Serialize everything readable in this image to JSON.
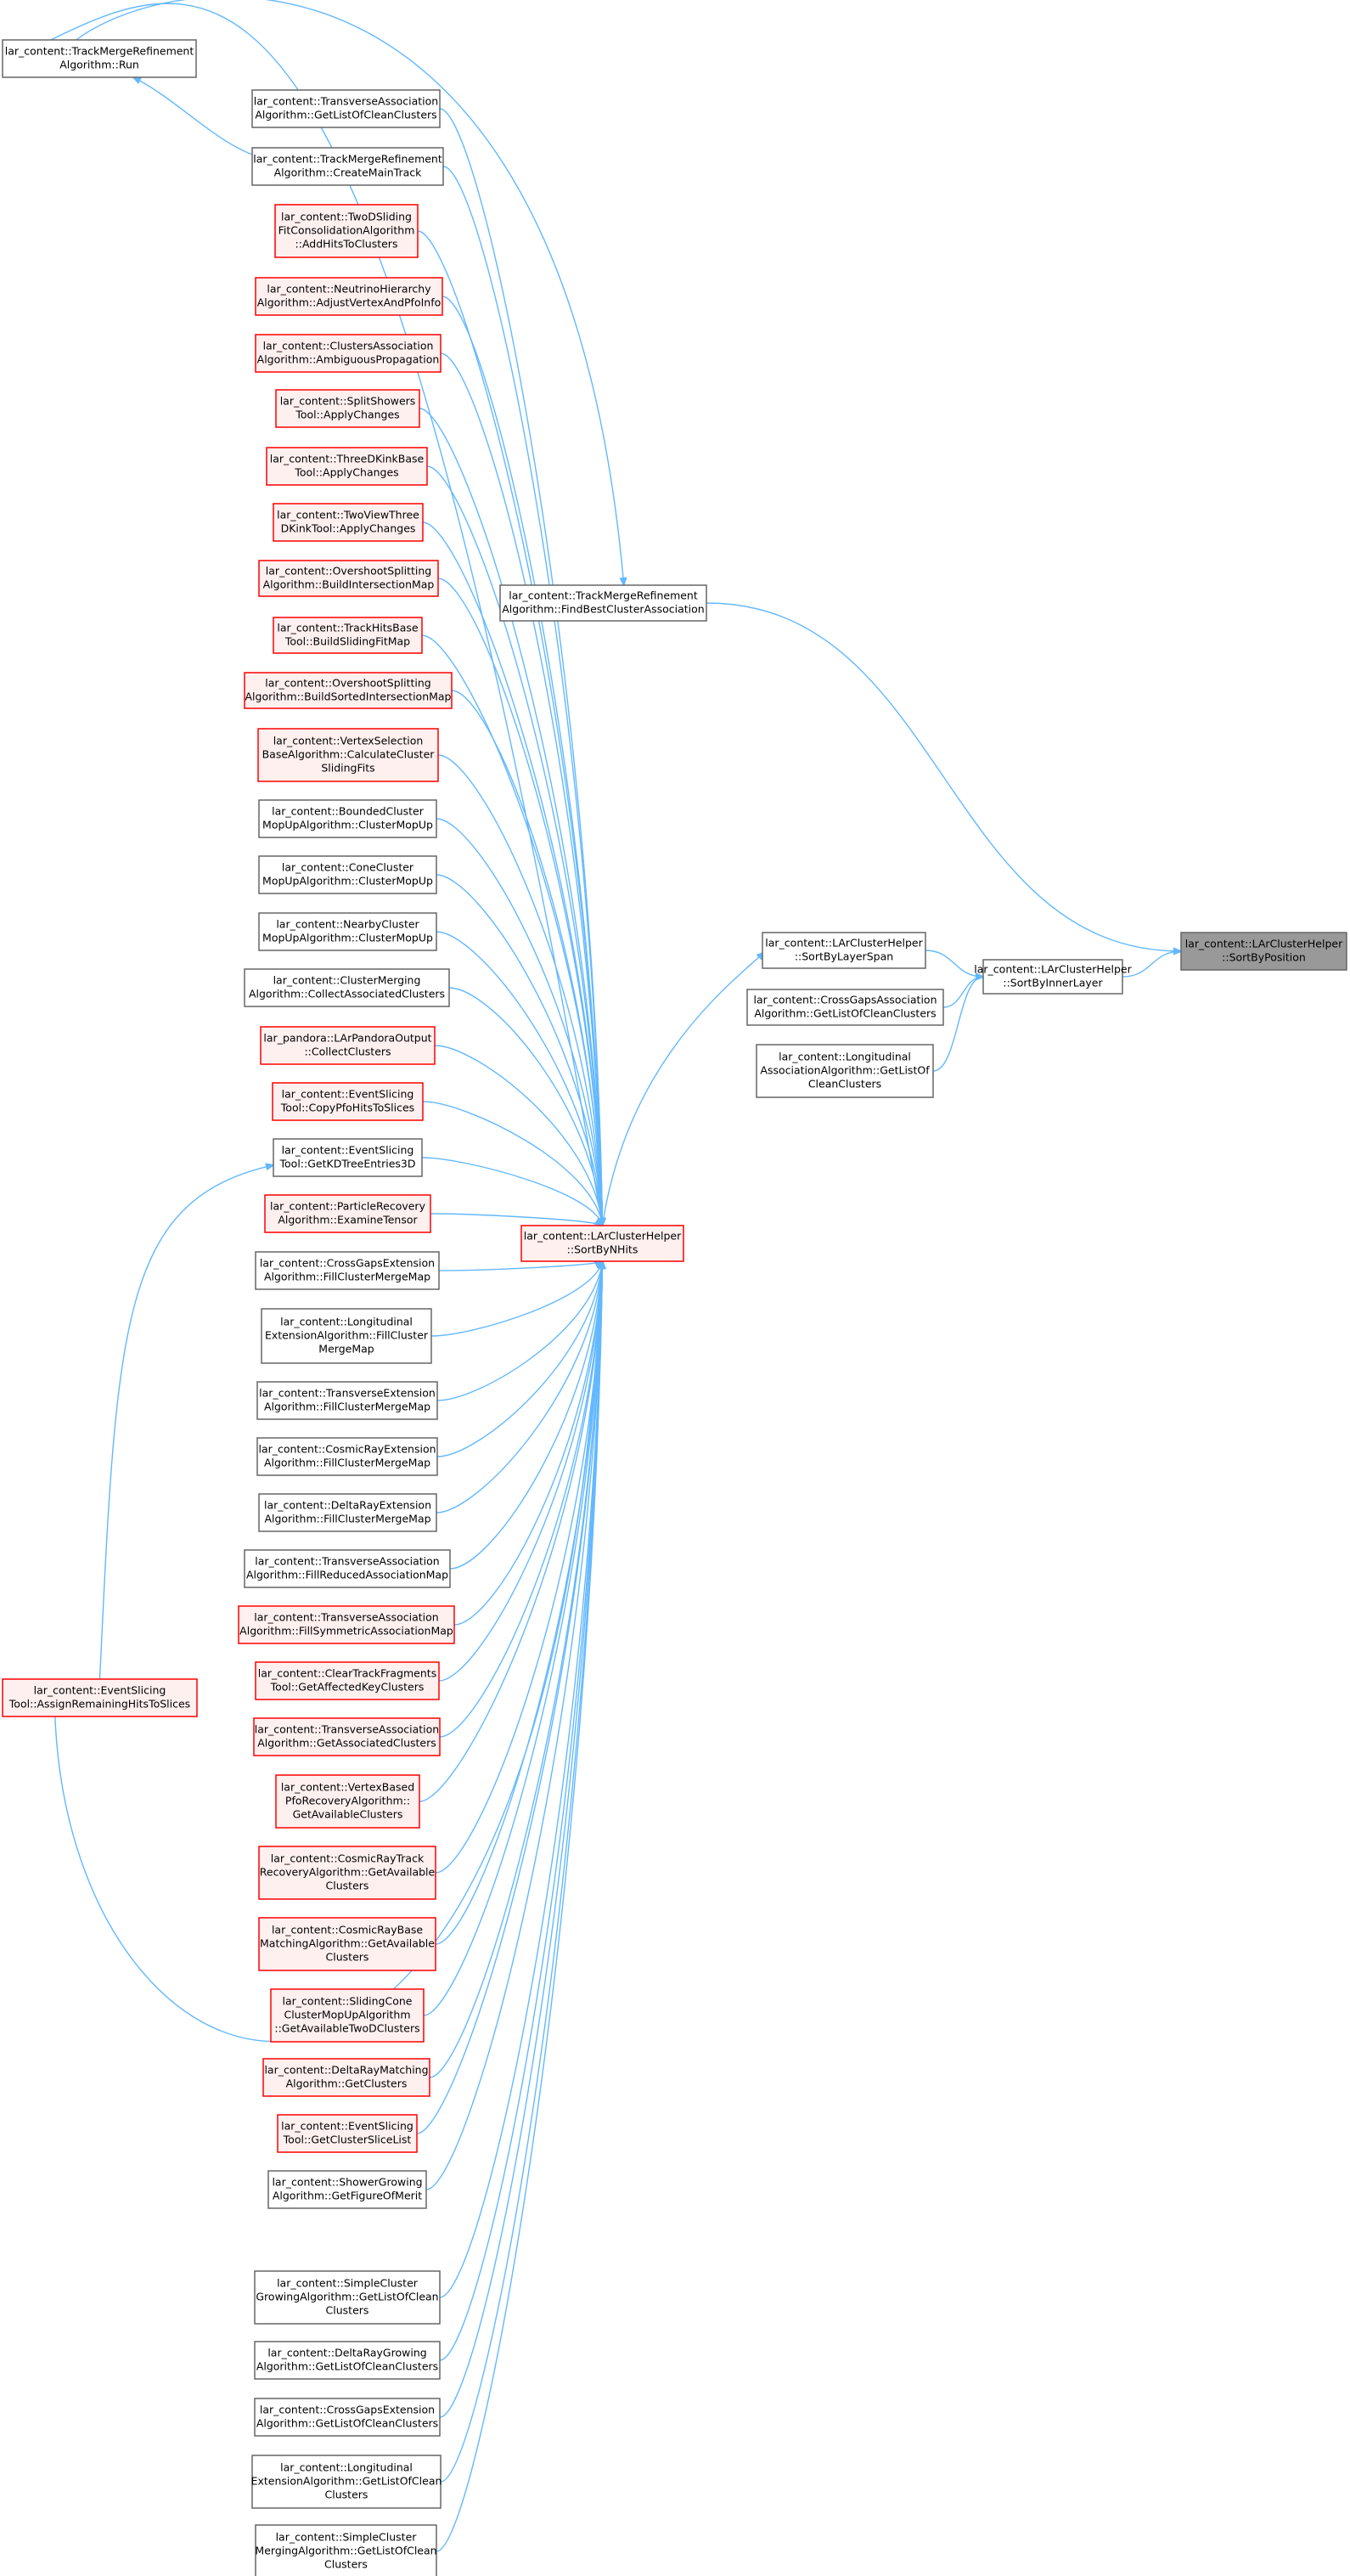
{
  "colors": {
    "edge": "#63b8ff",
    "normal_border": "#666666",
    "normal_fill": "#ffffff",
    "red_border": "#ff0000",
    "red_fill": "#fff0f0",
    "focus_border": "#666666",
    "focus_fill": "#999999"
  },
  "nodes": [
    {
      "id": "n_sortbyposition",
      "style": "focus",
      "lines": [
        "lar_content::LArClusterHelper",
        "::SortByPosition"
      ]
    },
    {
      "id": "n_sortbyinnerlayer",
      "style": "normal",
      "lines": [
        "lar_content::LArClusterHelper",
        "::SortByInnerLayer"
      ]
    },
    {
      "id": "n_findbest",
      "style": "normal",
      "lines": [
        "lar_content::TrackMergeRefinement",
        "Algorithm::FindBestClusterAssociation"
      ]
    },
    {
      "id": "n_tmr_run",
      "style": "normal",
      "lines": [
        "lar_content::TrackMergeRefinement",
        "Algorithm::Run"
      ]
    },
    {
      "id": "n_sortbylayerspan",
      "style": "normal",
      "lines": [
        "lar_content::LArClusterHelper",
        "::SortByLayerSpan"
      ]
    },
    {
      "id": "n_crossgaps_glocc",
      "style": "normal",
      "lines": [
        "lar_content::CrossGapsAssociation",
        "Algorithm::GetListOfCleanClusters"
      ]
    },
    {
      "id": "n_longassoc_glocc",
      "style": "normal",
      "lines": [
        "lar_content::Longitudinal",
        "AssociationAlgorithm::GetListOf",
        "CleanClusters"
      ]
    },
    {
      "id": "n_sortbynhits",
      "style": "red",
      "lines": [
        "lar_content::LArClusterHelper",
        "::SortByNHits"
      ]
    },
    {
      "id": "n_assign",
      "style": "red",
      "lines": [
        "lar_content::EventSlicing",
        "Tool::AssignRemainingHitsToSlices"
      ]
    },
    {
      "id": "c01",
      "style": "normal",
      "lines": [
        "lar_content::TransverseAssociation",
        "Algorithm::GetListOfCleanClusters"
      ]
    },
    {
      "id": "c02",
      "style": "normal",
      "lines": [
        "lar_content::TrackMergeRefinement",
        "Algorithm::CreateMainTrack"
      ]
    },
    {
      "id": "c03",
      "style": "red",
      "lines": [
        "lar_content::TwoDSliding",
        "FitConsolidationAlgorithm",
        "::AddHitsToClusters"
      ]
    },
    {
      "id": "c04",
      "style": "red",
      "lines": [
        "lar_content::NeutrinoHierarchy",
        "Algorithm::AdjustVertexAndPfoInfo"
      ]
    },
    {
      "id": "c05",
      "style": "red",
      "lines": [
        "lar_content::ClustersAssociation",
        "Algorithm::AmbiguousPropagation"
      ]
    },
    {
      "id": "c06",
      "style": "red",
      "lines": [
        "lar_content::SplitShowers",
        "Tool::ApplyChanges"
      ]
    },
    {
      "id": "c07",
      "style": "red",
      "lines": [
        "lar_content::ThreeDKinkBase",
        "Tool::ApplyChanges"
      ]
    },
    {
      "id": "c08",
      "style": "red",
      "lines": [
        "lar_content::TwoViewThree",
        "DKinkTool::ApplyChanges"
      ]
    },
    {
      "id": "c09",
      "style": "red",
      "lines": [
        "lar_content::OvershootSplitting",
        "Algorithm::BuildIntersectionMap"
      ]
    },
    {
      "id": "c10",
      "style": "red",
      "lines": [
        "lar_content::TrackHitsBase",
        "Tool::BuildSlidingFitMap"
      ]
    },
    {
      "id": "c11",
      "style": "red",
      "lines": [
        "lar_content::OvershootSplitting",
        "Algorithm::BuildSortedIntersectionMap"
      ]
    },
    {
      "id": "c12",
      "style": "red",
      "lines": [
        "lar_content::VertexSelection",
        "BaseAlgorithm::CalculateCluster",
        "SlidingFits"
      ]
    },
    {
      "id": "c13",
      "style": "normal",
      "lines": [
        "lar_content::BoundedCluster",
        "MopUpAlgorithm::ClusterMopUp"
      ]
    },
    {
      "id": "c14",
      "style": "normal",
      "lines": [
        "lar_content::ConeCluster",
        "MopUpAlgorithm::ClusterMopUp"
      ]
    },
    {
      "id": "c15",
      "style": "normal",
      "lines": [
        "lar_content::NearbyCluster",
        "MopUpAlgorithm::ClusterMopUp"
      ]
    },
    {
      "id": "c16",
      "style": "normal",
      "lines": [
        "lar_content::ClusterMerging",
        "Algorithm::CollectAssociatedClusters"
      ]
    },
    {
      "id": "c17",
      "style": "red",
      "lines": [
        "lar_pandora::LArPandoraOutput",
        "::CollectClusters"
      ]
    },
    {
      "id": "c18",
      "style": "red",
      "lines": [
        "lar_content::EventSlicing",
        "Tool::CopyPfoHitsToSlices"
      ]
    },
    {
      "id": "c19",
      "style": "normal",
      "lines": [
        "lar_content::EventSlicing",
        "Tool::GetKDTreeEntries3D"
      ]
    },
    {
      "id": "c20",
      "style": "red",
      "lines": [
        "lar_content::ParticleRecovery",
        "Algorithm::ExamineTensor"
      ]
    },
    {
      "id": "c21",
      "style": "normal",
      "lines": [
        "lar_content::CrossGapsExtension",
        "Algorithm::FillClusterMergeMap"
      ]
    },
    {
      "id": "c22",
      "style": "normal",
      "lines": [
        "lar_content::Longitudinal",
        "ExtensionAlgorithm::FillCluster",
        "MergeMap"
      ]
    },
    {
      "id": "c23",
      "style": "normal",
      "lines": [
        "lar_content::TransverseExtension",
        "Algorithm::FillClusterMergeMap"
      ]
    },
    {
      "id": "c24",
      "style": "normal",
      "lines": [
        "lar_content::CosmicRayExtension",
        "Algorithm::FillClusterMergeMap"
      ]
    },
    {
      "id": "c25",
      "style": "normal",
      "lines": [
        "lar_content::DeltaRayExtension",
        "Algorithm::FillClusterMergeMap"
      ]
    },
    {
      "id": "c26",
      "style": "normal",
      "lines": [
        "lar_content::TransverseAssociation",
        "Algorithm::FillReducedAssociationMap"
      ]
    },
    {
      "id": "c27",
      "style": "red",
      "lines": [
        "lar_content::TransverseAssociation",
        "Algorithm::FillSymmetricAssociationMap"
      ]
    },
    {
      "id": "c28",
      "style": "red",
      "lines": [
        "lar_content::ClearTrackFragments",
        "Tool::GetAffectedKeyClusters"
      ]
    },
    {
      "id": "c29",
      "style": "red",
      "lines": [
        "lar_content::TransverseAssociation",
        "Algorithm::GetAssociatedClusters"
      ]
    },
    {
      "id": "c30",
      "style": "red",
      "lines": [
        "lar_content::VertexBased",
        "PfoRecoveryAlgorithm::",
        "GetAvailableClusters"
      ]
    },
    {
      "id": "c31",
      "style": "red",
      "lines": [
        "lar_content::CosmicRayTrack",
        "RecoveryAlgorithm::GetAvailable",
        "Clusters"
      ]
    },
    {
      "id": "c32",
      "style": "red",
      "lines": [
        "lar_content::CosmicRayBase",
        "MatchingAlgorithm::GetAvailable",
        "Clusters"
      ]
    },
    {
      "id": "c33",
      "style": "red",
      "lines": [
        "lar_content::SlidingCone",
        "ClusterMopUpAlgorithm",
        "::GetAvailableTwoDClusters"
      ]
    },
    {
      "id": "c34",
      "style": "red",
      "lines": [
        "lar_content::DeltaRayMatching",
        "Algorithm::GetClusters"
      ]
    },
    {
      "id": "c35",
      "style": "red",
      "lines": [
        "lar_content::EventSlicing",
        "Tool::GetClusterSliceList"
      ]
    },
    {
      "id": "c36",
      "style": "normal",
      "lines": [
        "lar_content::ShowerGrowing",
        "Algorithm::GetFigureOfMerit"
      ]
    },
    {
      "id": "c37",
      "style": "normal",
      "lines": [
        "lar_content::SimpleCluster",
        "GrowingAlgorithm::GetListOfClean",
        "Clusters"
      ]
    },
    {
      "id": "c38",
      "style": "normal",
      "lines": [
        "lar_content::DeltaRayGrowing",
        "Algorithm::GetListOfCleanClusters"
      ]
    },
    {
      "id": "c39",
      "style": "normal",
      "lines": [
        "lar_content::CrossGapsExtension",
        "Algorithm::GetListOfCleanClusters"
      ]
    },
    {
      "id": "c40",
      "style": "normal",
      "lines": [
        "lar_content::Longitudinal",
        "ExtensionAlgorithm::GetListOfClean",
        "Clusters"
      ]
    },
    {
      "id": "c41",
      "style": "normal",
      "lines": [
        "lar_content::SimpleCluster",
        "MergingAlgorithm::GetListOfClean",
        "Clusters"
      ]
    }
  ],
  "edges": [
    [
      "n_sortbyinnerlayer",
      "n_sortbyposition"
    ],
    [
      "n_findbest",
      "n_sortbyposition"
    ],
    [
      "n_tmr_run",
      "n_findbest"
    ],
    [
      "n_sortbylayerspan",
      "n_sortbyinnerlayer"
    ],
    [
      "n_crossgaps_glocc",
      "n_sortbyinnerlayer"
    ],
    [
      "n_longassoc_glocc",
      "n_sortbyinnerlayer"
    ],
    [
      "n_sortbynhits",
      "n_sortbylayerspan"
    ],
    [
      "n_tmr_run",
      "n_sortbynhits"
    ],
    [
      "n_assign",
      "c19"
    ],
    [
      "n_assign",
      "n_sortbynhits"
    ],
    [
      "c02",
      "n_tmr_run"
    ],
    [
      "c01",
      "n_sortbynhits"
    ],
    [
      "c02",
      "n_sortbynhits"
    ],
    [
      "c03",
      "n_sortbynhits"
    ],
    [
      "c04",
      "n_sortbynhits"
    ],
    [
      "c05",
      "n_sortbynhits"
    ],
    [
      "c06",
      "n_sortbynhits"
    ],
    [
      "c07",
      "n_sortbynhits"
    ],
    [
      "c08",
      "n_sortbynhits"
    ],
    [
      "c09",
      "n_sortbynhits"
    ],
    [
      "c10",
      "n_sortbynhits"
    ],
    [
      "c11",
      "n_sortbynhits"
    ],
    [
      "c12",
      "n_sortbynhits"
    ],
    [
      "c13",
      "n_sortbynhits"
    ],
    [
      "c14",
      "n_sortbynhits"
    ],
    [
      "c15",
      "n_sortbynhits"
    ],
    [
      "c16",
      "n_sortbynhits"
    ],
    [
      "c17",
      "n_sortbynhits"
    ],
    [
      "c18",
      "n_sortbynhits"
    ],
    [
      "c19",
      "n_sortbynhits"
    ],
    [
      "c20",
      "n_sortbynhits"
    ],
    [
      "c21",
      "n_sortbynhits"
    ],
    [
      "c22",
      "n_sortbynhits"
    ],
    [
      "c23",
      "n_sortbynhits"
    ],
    [
      "c24",
      "n_sortbynhits"
    ],
    [
      "c25",
      "n_sortbynhits"
    ],
    [
      "c26",
      "n_sortbynhits"
    ],
    [
      "c27",
      "n_sortbynhits"
    ],
    [
      "c28",
      "n_sortbynhits"
    ],
    [
      "c29",
      "n_sortbynhits"
    ],
    [
      "c30",
      "n_sortbynhits"
    ],
    [
      "c31",
      "n_sortbynhits"
    ],
    [
      "c32",
      "n_sortbynhits"
    ],
    [
      "c33",
      "n_sortbynhits"
    ],
    [
      "c34",
      "n_sortbynhits"
    ],
    [
      "c35",
      "n_sortbynhits"
    ],
    [
      "c36",
      "n_sortbynhits"
    ],
    [
      "c37",
      "n_sortbynhits"
    ],
    [
      "c38",
      "n_sortbynhits"
    ],
    [
      "c39",
      "n_sortbynhits"
    ],
    [
      "c40",
      "n_sortbynhits"
    ],
    [
      "c41",
      "n_sortbynhits"
    ]
  ]
}
